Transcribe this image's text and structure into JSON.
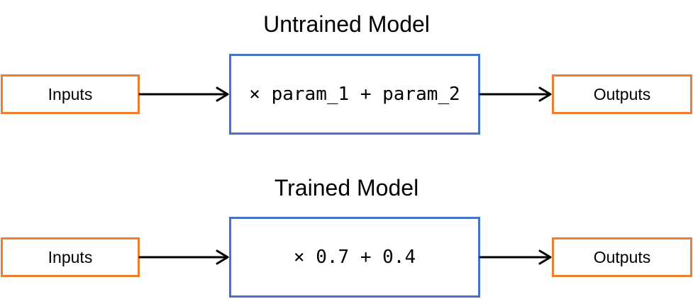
{
  "colors": {
    "io_border": "#ed7d31",
    "model_border": "#4472c4",
    "arrow": "#000000"
  },
  "untrained": {
    "title": "Untrained Model",
    "input_label": "Inputs",
    "model_expression": "× param_1 + param_2",
    "output_label": "Outputs"
  },
  "trained": {
    "title": "Trained Model",
    "input_label": "Inputs",
    "model_expression": "× 0.7 + 0.4",
    "output_label": "Outputs"
  }
}
